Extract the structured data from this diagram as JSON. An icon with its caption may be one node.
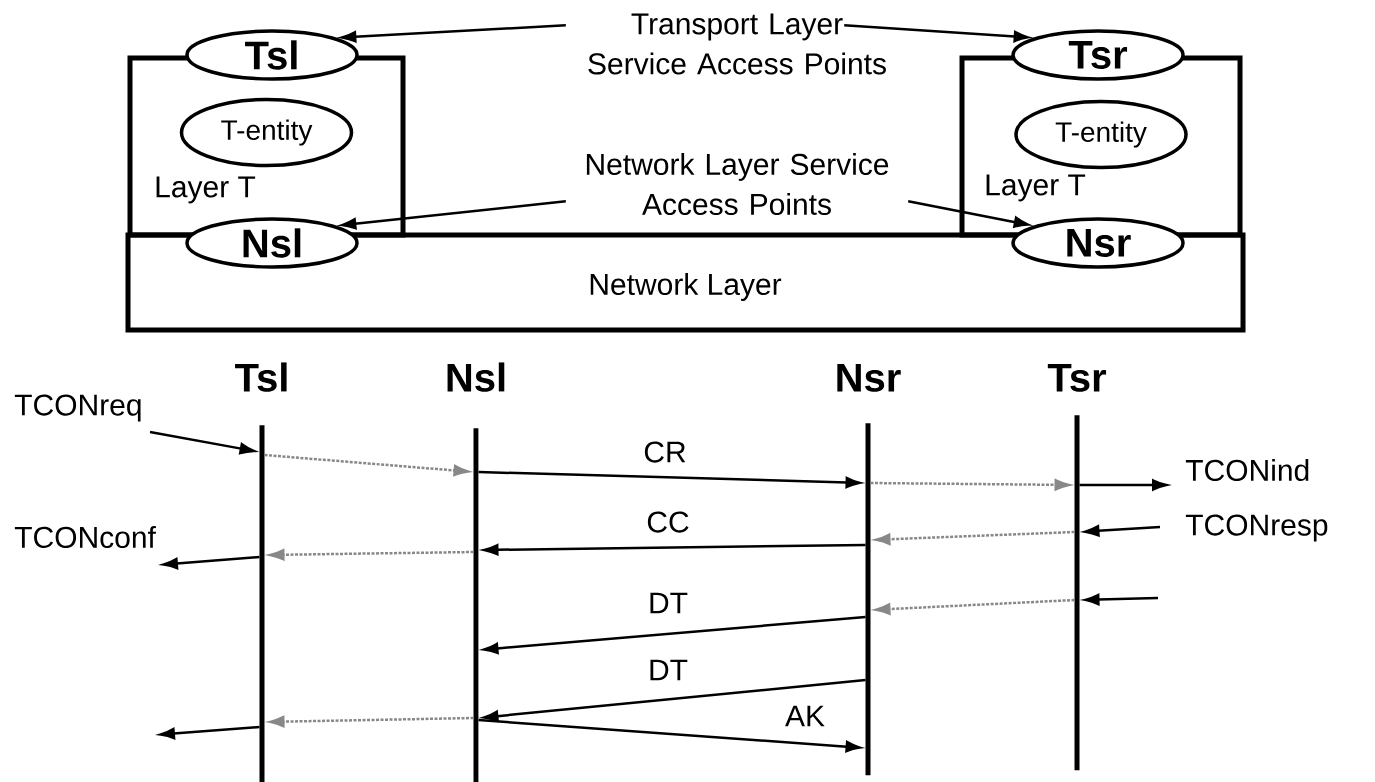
{
  "diagram": {
    "nodes": [
      {
        "text": [
          "Layer T"
        ]
      },
      {
        "text": [
          "Tsl"
        ]
      },
      {
        "text": [
          "T-entity"
        ],
        "in": 0
      },
      {
        "text": [
          "Nsl"
        ]
      },
      {
        "text": [
          "Layer T"
        ]
      },
      {
        "text": [
          "Tsr"
        ]
      },
      {
        "text": [
          "T-entity"
        ],
        "in": 4
      },
      {
        "text": [
          "Nsr"
        ]
      },
      {
        "text": [
          "Network Layer"
        ]
      },
      {
        "text": [
          "Transport Layer Service Access Points"
        ]
      },
      {
        "text": [
          "Network Layer Service Access Points"
        ]
      },
      {
        "text": [
          "Tsl"
        ]
      },
      {
        "text": [
          "Nsl"
        ]
      },
      {
        "text": [
          "Nsr"
        ]
      },
      {
        "text": [
          "Tsr"
        ]
      }
    ],
    "edges": [
      {
        "from": 9,
        "to": 1,
        "arrow": "to"
      },
      {
        "from": 9,
        "to": 5,
        "arrow": "to"
      },
      {
        "from": 10,
        "to": 3,
        "arrow": "to"
      },
      {
        "from": 10,
        "to": 7,
        "arrow": "to"
      },
      {
        "from": null,
        "to": 11,
        "arrow": "to",
        "label": "TCONreq"
      },
      {
        "from": 11,
        "to": 12,
        "arrow": "to",
        "style": "dashed",
        "color": "#888888"
      },
      {
        "from": 12,
        "to": 13,
        "arrow": "to",
        "label": "CR"
      },
      {
        "from": 13,
        "to": 14,
        "arrow": "to",
        "style": "dashed",
        "color": "#888888"
      },
      {
        "from": 14,
        "to": null,
        "arrow": "to",
        "label": "TCONind"
      },
      {
        "from": null,
        "to": 14,
        "arrow": "to",
        "label": "TCONresp"
      },
      {
        "from": 14,
        "to": 13,
        "arrow": "to",
        "style": "dashed",
        "color": "#888888"
      },
      {
        "from": 13,
        "to": 12,
        "arrow": "to",
        "label": "CC"
      },
      {
        "from": 12,
        "to": 11,
        "arrow": "to",
        "style": "dashed",
        "color": "#888888"
      },
      {
        "from": 11,
        "to": null,
        "arrow": "to",
        "label": "TCONconf"
      },
      {
        "from": null,
        "to": 14,
        "arrow": "to"
      },
      {
        "from": 14,
        "to": 13,
        "arrow": "to",
        "style": "dashed",
        "color": "#888888"
      },
      {
        "from": 13,
        "to": 12,
        "arrow": "to",
        "label": "DT"
      },
      {
        "from": 13,
        "to": 12,
        "arrow": "to",
        "label": "DT"
      },
      {
        "from": 12,
        "to": 11,
        "arrow": "to",
        "style": "dashed",
        "color": "#888888"
      },
      {
        "from": 11,
        "to": null,
        "arrow": "to"
      },
      {
        "from": 12,
        "to": 13,
        "arrow": "to",
        "label": "AK"
      }
    ]
  }
}
